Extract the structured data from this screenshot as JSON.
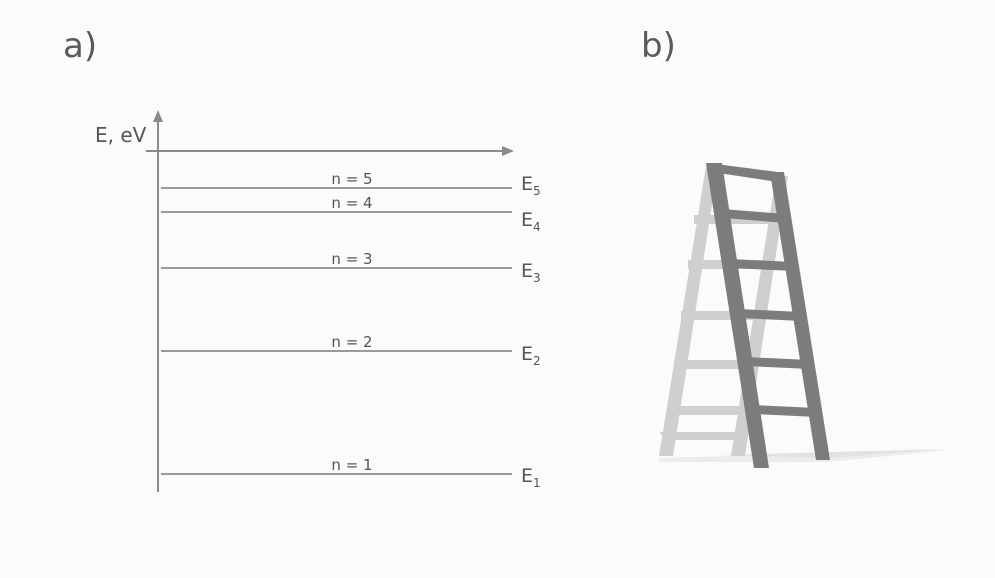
{
  "panels": {
    "a_label": "a)",
    "b_label": "b)"
  },
  "energy_diagram": {
    "axis_title": "E, eV",
    "levels": [
      {
        "n_label": "n = 5",
        "e_main": "E",
        "e_sub": "5"
      },
      {
        "n_label": "n = 4",
        "e_main": "E",
        "e_sub": "4"
      },
      {
        "n_label": "n = 3",
        "e_main": "E",
        "e_sub": "3"
      },
      {
        "n_label": "n = 2",
        "e_main": "E",
        "e_sub": "2"
      },
      {
        "n_label": "n = 1",
        "e_main": "E",
        "e_sub": "1"
      }
    ]
  },
  "ladder": {
    "icon": "ladder-icon",
    "colors": {
      "front": "#7c7c7c",
      "back": "#cfcfcf",
      "shadow": "#e6e6e6"
    }
  }
}
